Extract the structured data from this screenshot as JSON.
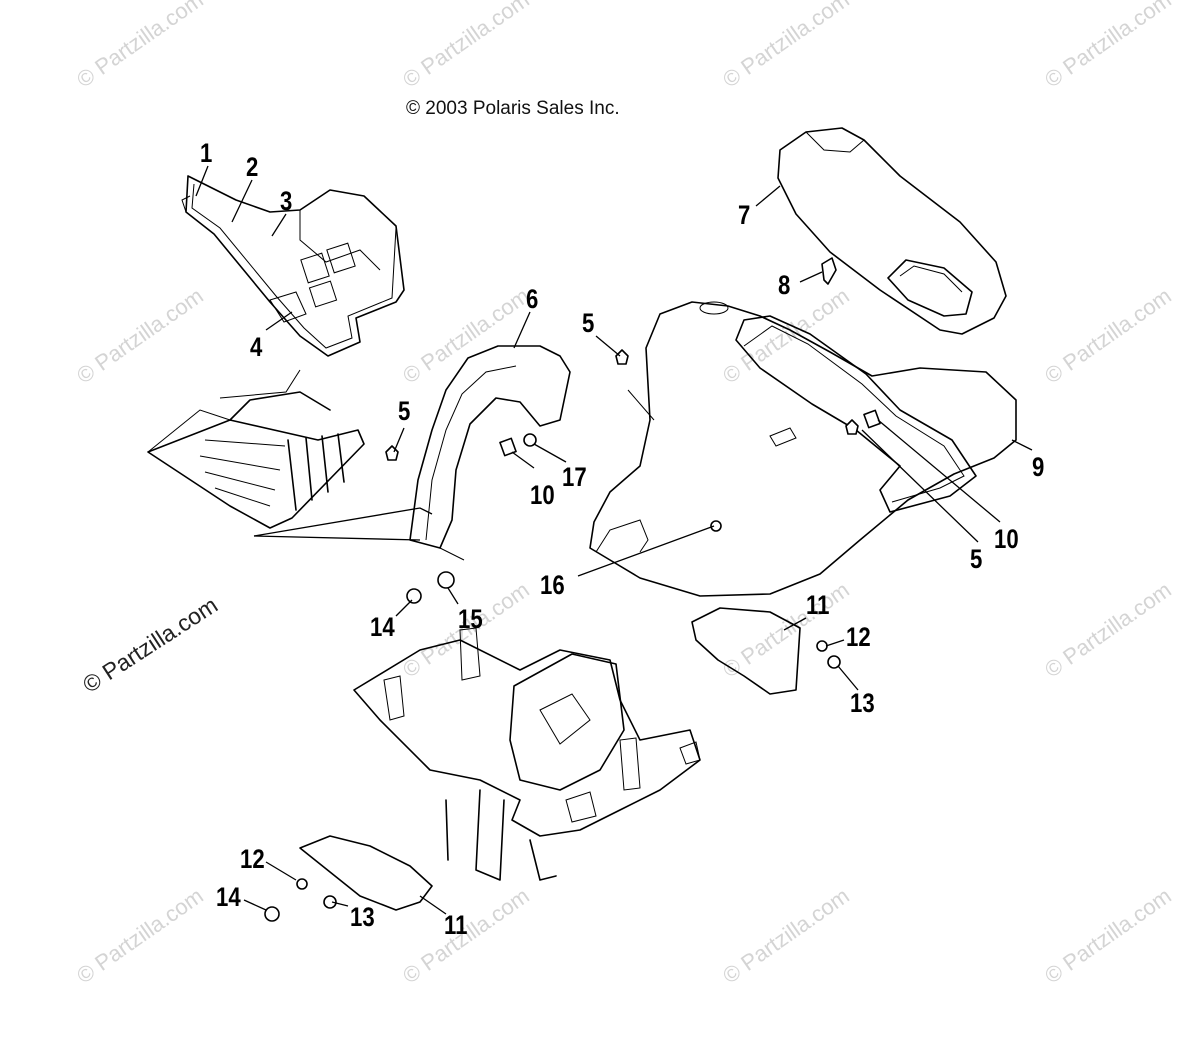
{
  "diagram": {
    "copyright": "© 2003 Polaris Sales Inc.",
    "watermark": "© Partzilla.com",
    "callouts": [
      {
        "id": "c1",
        "label": "1"
      },
      {
        "id": "c2",
        "label": "2"
      },
      {
        "id": "c3",
        "label": "3"
      },
      {
        "id": "c4",
        "label": "4"
      },
      {
        "id": "c5a",
        "label": "5"
      },
      {
        "id": "c5b",
        "label": "5"
      },
      {
        "id": "c5c",
        "label": "5"
      },
      {
        "id": "c6",
        "label": "6"
      },
      {
        "id": "c7",
        "label": "7"
      },
      {
        "id": "c8",
        "label": "8"
      },
      {
        "id": "c9",
        "label": "9"
      },
      {
        "id": "c10a",
        "label": "10"
      },
      {
        "id": "c10b",
        "label": "10"
      },
      {
        "id": "c11a",
        "label": "11"
      },
      {
        "id": "c11b",
        "label": "11"
      },
      {
        "id": "c12a",
        "label": "12"
      },
      {
        "id": "c12b",
        "label": "12"
      },
      {
        "id": "c13a",
        "label": "13"
      },
      {
        "id": "c13b",
        "label": "13"
      },
      {
        "id": "c14a",
        "label": "14"
      },
      {
        "id": "c14b",
        "label": "14"
      },
      {
        "id": "c15",
        "label": "15"
      },
      {
        "id": "c16",
        "label": "16"
      },
      {
        "id": "c17",
        "label": "17"
      }
    ]
  }
}
